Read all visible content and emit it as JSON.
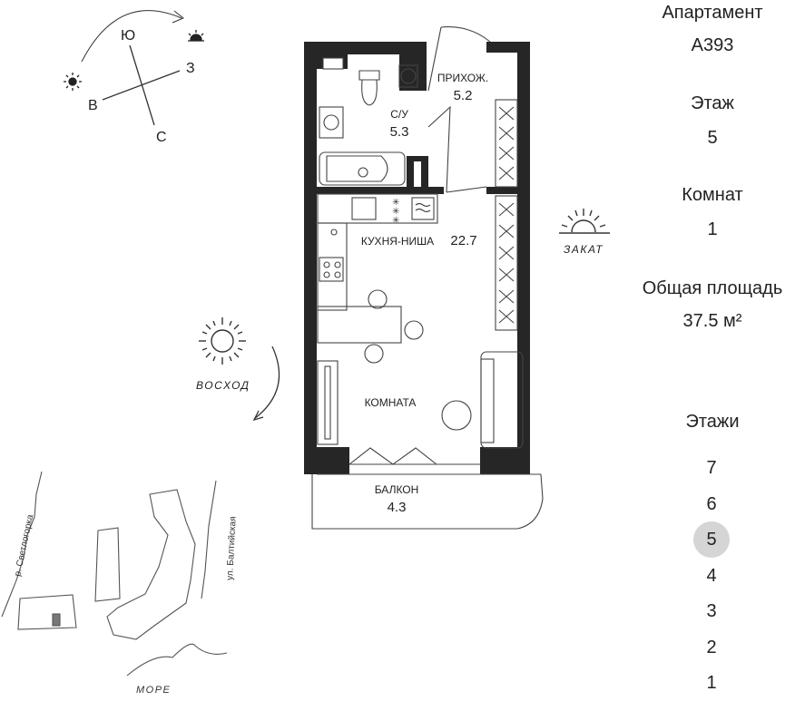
{
  "apartment": {
    "label": "Апартамент",
    "number": "А393",
    "floor_label": "Этаж",
    "floor": "5",
    "rooms_label": "Комнат",
    "rooms": "1",
    "area_label": "Общая площадь",
    "area": "37.5 м²"
  },
  "floors": {
    "label": "Этажи",
    "items": [
      "7",
      "6",
      "5",
      "4",
      "3",
      "2",
      "1"
    ],
    "selected": "5"
  },
  "compass": {
    "north": "С",
    "south": "Ю",
    "east": "В",
    "west": "З"
  },
  "sun": {
    "sunrise": "ВОСХОД",
    "sunset": "ЗАКАТ"
  },
  "rooms": {
    "bathroom": {
      "name": "С/У",
      "area": "5.3"
    },
    "hallway": {
      "name": "ПРИХОЖ.",
      "area": "5.2"
    },
    "kitchen": {
      "name": "КУХНЯ-НИША",
      "area": "22.7"
    },
    "room": {
      "name": "КОМНАТА"
    },
    "balcony": {
      "name": "БАЛКОН",
      "area": "4.3"
    }
  },
  "map": {
    "river": "р. Светлогорка",
    "street": "ул. Балтийская",
    "sea": "МОРЕ"
  },
  "colors": {
    "wall": "#262626",
    "selected_floor": "#d5d5d5",
    "line": "#444444"
  }
}
